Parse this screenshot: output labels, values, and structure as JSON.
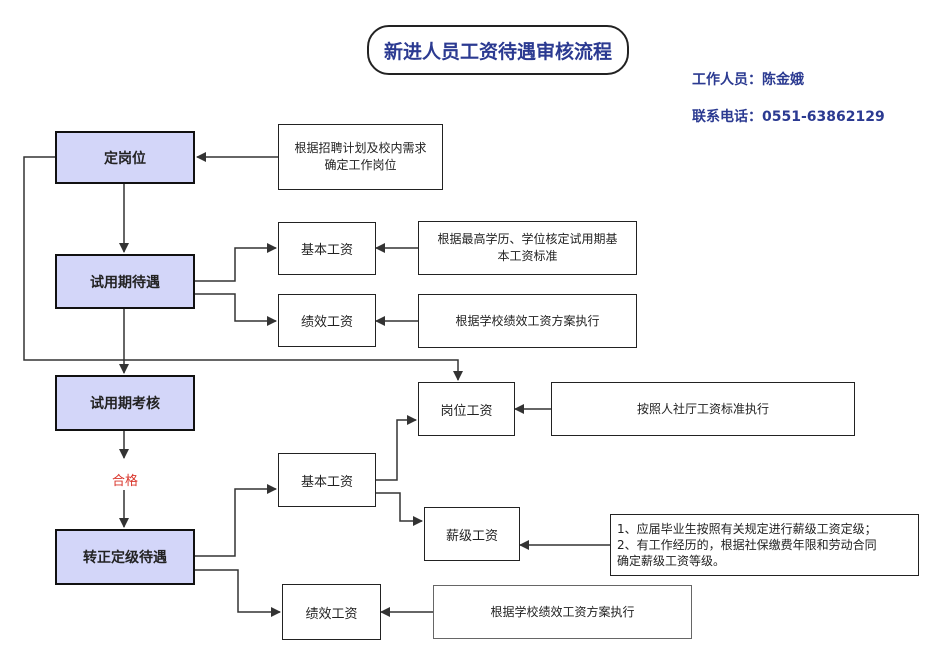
{
  "title": "新进人员工资待遇审核流程",
  "contact": {
    "staff": "工作人员：陈金娥",
    "phone": "联系电话：0551-63862129"
  },
  "steps": {
    "s1": "定岗位",
    "s2": "试用期待遇",
    "s3": "试用期考核",
    "s4": "转正定级待遇"
  },
  "condition": "合格",
  "items": {
    "basic_salary_1": "基本工资",
    "perf_salary_1": "绩效工资",
    "post_salary": "岗位工资",
    "basic_salary_2": "基本工资",
    "grade_salary": "薪级工资",
    "perf_salary_2": "绩效工资"
  },
  "notes": {
    "n_post": [
      "根据招聘计划及校内需求",
      "确定工作岗位"
    ],
    "n_basic": [
      "根据最高学历、学位核定试用期基",
      "本工资标准"
    ],
    "n_perf1": [
      "根据学校绩效工资方案执行"
    ],
    "n_postsal": [
      "按照人社厅工资标准执行"
    ],
    "n_grade": [
      "1、应届毕业生按照有关规定进行薪级工资定级；",
      "2、有工作经历的，根据社保缴费年限和劳动合同",
      "确定薪级工资等级。"
    ],
    "n_perf2": [
      "根据学校绩效工资方案执行"
    ]
  }
}
